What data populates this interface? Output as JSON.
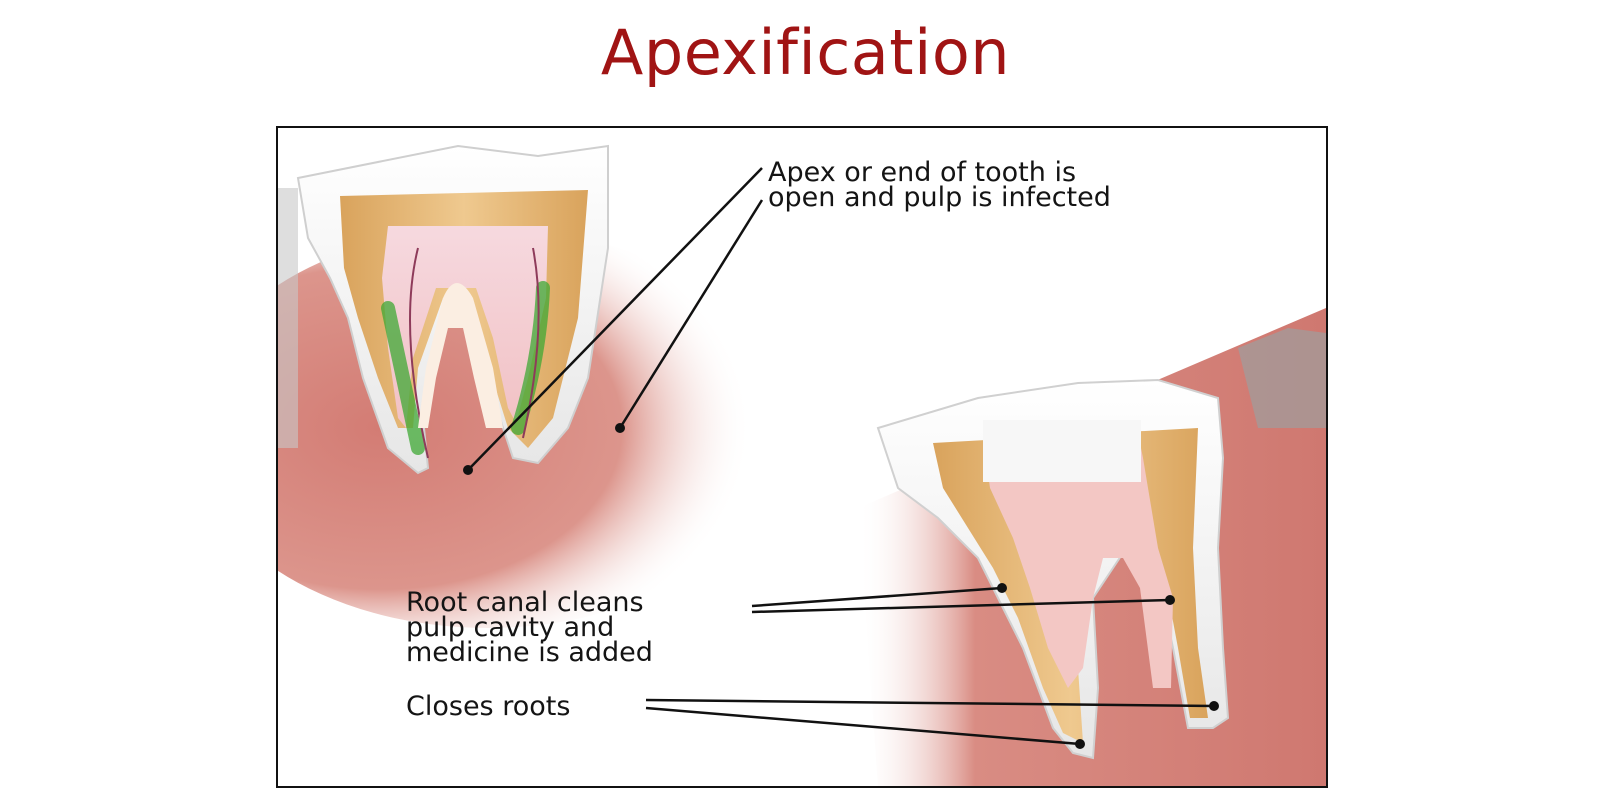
{
  "title": "Apexification",
  "labels": {
    "apex": [
      "Apex or end of tooth is",
      "open and pulp is infected"
    ],
    "root_canal": [
      "Root canal cleans",
      "pulp cavity and",
      "medicine is added"
    ],
    "closes": [
      "Closes roots"
    ]
  },
  "colors": {
    "title": "#a01414",
    "gum": "#d9817a",
    "dentin": "#e2b77a",
    "enamel": "#f1f1f1",
    "infection": "#3fa834"
  }
}
